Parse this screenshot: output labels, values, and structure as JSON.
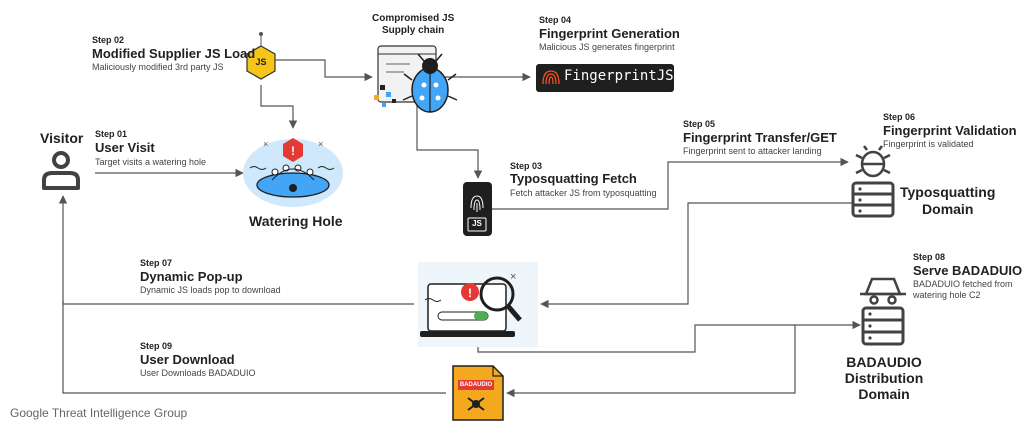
{
  "nodes": {
    "visitor": "Visitor",
    "watering_hole": "Watering Hole",
    "compromised_supply_chain": "Compromised JS\nSupply chain",
    "typosquatting_domain": "Typosquatting\nDomain",
    "badaudio_domain": "BADAUDIO\nDistribution\nDomain",
    "js_badge": "JS",
    "fingerprintjs_logo": "FingerprintJS",
    "phone_badge": "JS",
    "badaudio_file": "BADAUDIO"
  },
  "steps": [
    {
      "id": "step01",
      "num": "Step 01",
      "title": "User Visit",
      "desc": "Target visits a watering hole"
    },
    {
      "id": "step02",
      "num": "Step 02",
      "title": "Modified Supplier JS Load",
      "desc": "Maliciously modified 3rd party JS"
    },
    {
      "id": "step03",
      "num": "Step 03",
      "title": "Typosquatting Fetch",
      "desc": "Fetch attacker JS from typosquatting"
    },
    {
      "id": "step04",
      "num": "Step 04",
      "title": "Fingerprint Generation",
      "desc": "Malicious JS generates fingerprint"
    },
    {
      "id": "step05",
      "num": "Step 05",
      "title": "Fingerprint Transfer/GET",
      "desc": "Fingerprint sent to attacker landing"
    },
    {
      "id": "step06",
      "num": "Step 06",
      "title": "Fingerprint Validation",
      "desc": "Fingerprint is validated"
    },
    {
      "id": "step07",
      "num": "Step 07",
      "title": "Dynamic Pop-up",
      "desc": "Dynamic JS loads pop to download"
    },
    {
      "id": "step08",
      "num": "Step 08",
      "title": "Serve BADADUIO",
      "desc": "BADADUIO fetched from\nwatering hole C2"
    },
    {
      "id": "step09",
      "num": "Step 09",
      "title": "User Download",
      "desc": "User Downloads BADADUIO"
    }
  ],
  "footer": "Google Threat Intelligence Group",
  "colors": {
    "line": "#555555",
    "icon": "#424242",
    "accent_blue": "#42a5f5",
    "light_blue": "#cfe8fb",
    "alert_red": "#e53935",
    "js_yellow": "#f5c518",
    "file_orange": "#f4a81d",
    "dark": "#1f1f1f"
  }
}
